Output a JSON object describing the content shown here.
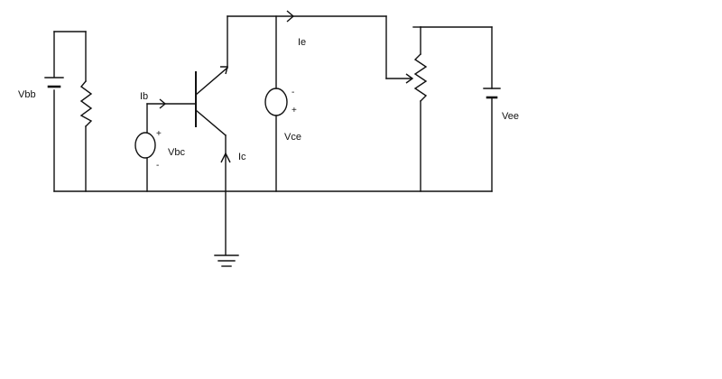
{
  "labels": {
    "vbb": "Vbb",
    "ib": "Ib",
    "vbc": "Vbc",
    "ic": "Ic",
    "ie": "Ie",
    "vce": "Vce",
    "vee": "Vee"
  },
  "polarity": {
    "plus": "+",
    "minus": "-"
  },
  "colors": {
    "line": "#111111",
    "background": "#ffffff"
  }
}
